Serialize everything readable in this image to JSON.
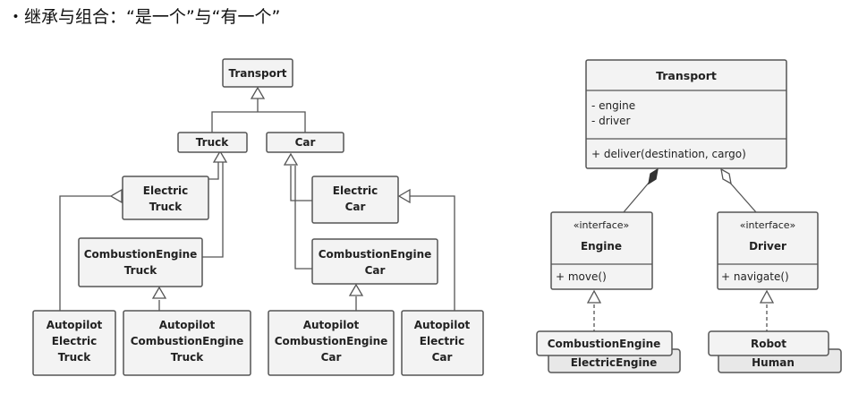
{
  "heading": "・继承与组合：“是一个”与“有一个”",
  "inheritance": {
    "transport": "Transport",
    "truck": "Truck",
    "car": "Car",
    "electric_truck": [
      "Electric",
      "Truck"
    ],
    "electric_car": [
      "Electric",
      "Car"
    ],
    "combustion_truck": [
      "CombustionEngine",
      "Truck"
    ],
    "combustion_car": [
      "CombustionEngine",
      "Car"
    ],
    "autopilot_electric_truck": [
      "Autopilot",
      "Electric",
      "Truck"
    ],
    "autopilot_combustion_truck": [
      "Autopilot",
      "CombustionEngine",
      "Truck"
    ],
    "autopilot_combustion_car": [
      "Autopilot",
      "CombustionEngine",
      "Car"
    ],
    "autopilot_electric_car": [
      "Autopilot",
      "Electric",
      "Car"
    ]
  },
  "composition": {
    "transport": {
      "name": "Transport",
      "fields": [
        "- engine",
        "- driver"
      ],
      "methods": [
        "+ deliver(destination, cargo)"
      ]
    },
    "engine": {
      "stereotype": "«interface»",
      "name": "Engine",
      "method": "+ move()"
    },
    "driver": {
      "stereotype": "«interface»",
      "name": "Driver",
      "method": "+ navigate()"
    },
    "engine_impls": {
      "front": "CombustionEngine",
      "back": "ElectricEngine"
    },
    "driver_impls": {
      "front": "Robot",
      "back": "Human"
    }
  }
}
